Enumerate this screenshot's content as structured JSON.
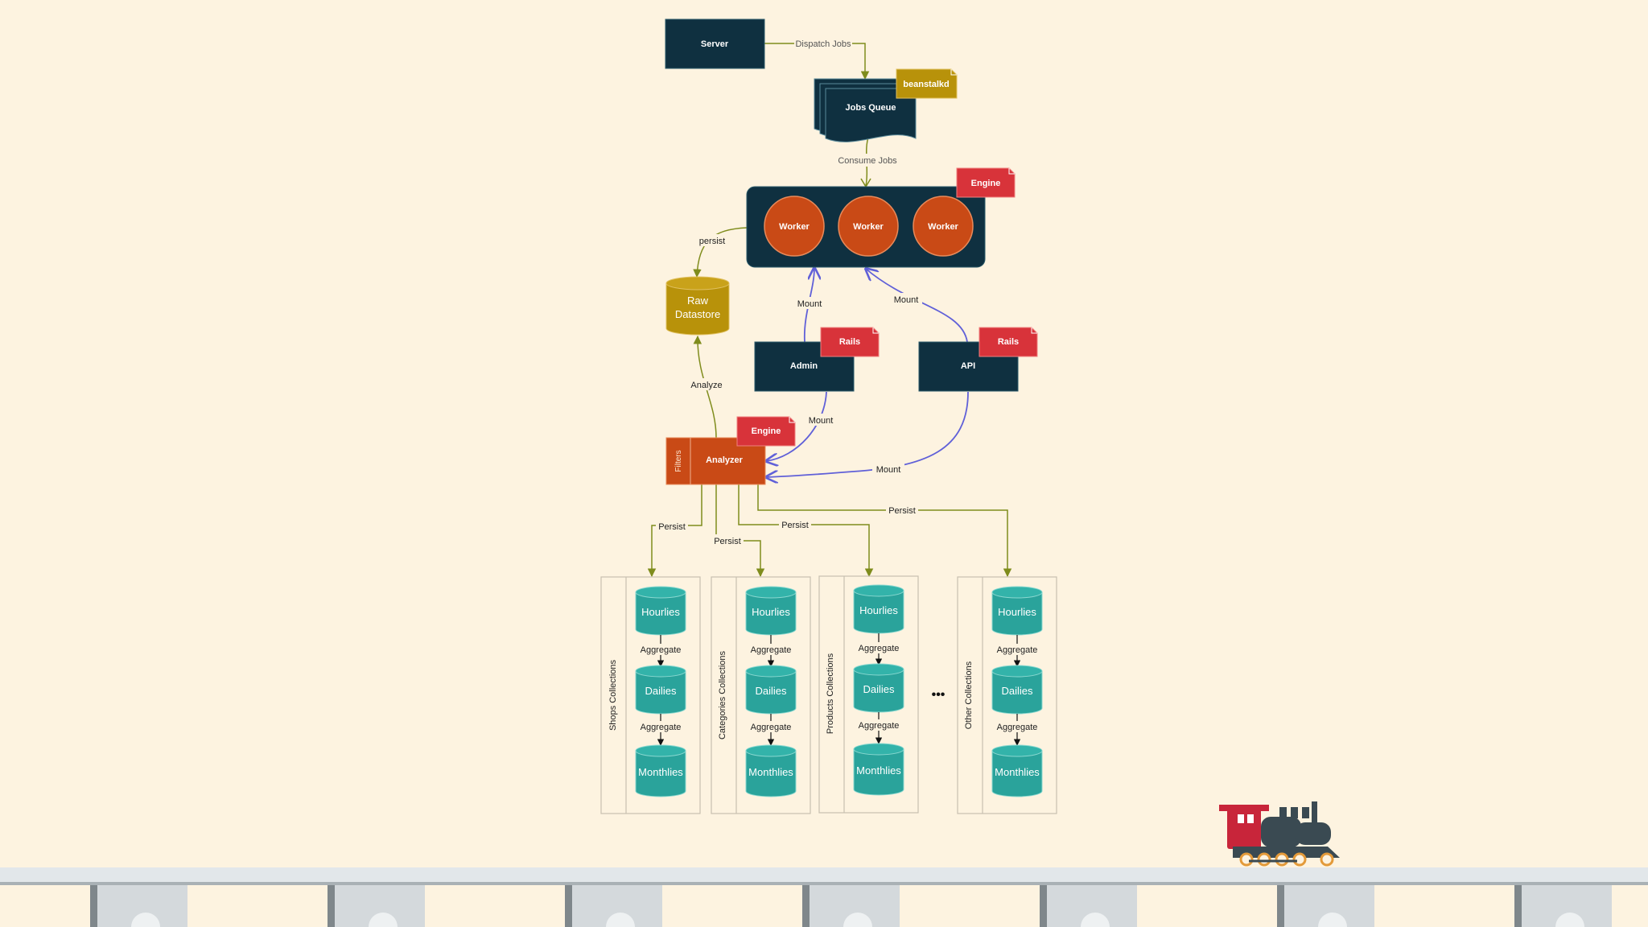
{
  "nodes": {
    "server": "Server",
    "jobs_queue": "Jobs Queue",
    "beanstalkd": "beanstalkd",
    "engine_top": "Engine",
    "worker_1": "Worker",
    "worker_2": "Worker",
    "worker_3": "Worker",
    "raw_datastore_line1": "Raw",
    "raw_datastore_line2": "Datastore",
    "admin": "Admin",
    "admin_tag": "Rails",
    "api": "API",
    "api_tag": "Rails",
    "analyzer": "Analyzer",
    "analyzer_side": "Filters",
    "engine_bottom": "Engine",
    "ellipsis": "•••"
  },
  "edges": {
    "dispatch_jobs": "Dispatch Jobs",
    "consume_jobs": "Consume Jobs",
    "persist_raw": "persist",
    "analyze": "Analyze",
    "mount_admin_worker": "Mount",
    "mount_api_worker": "Mount",
    "mount_admin_analyzer": "Mount",
    "mount_api_analyzer": "Mount",
    "persist_shops": "Persist",
    "persist_categories": "Persist",
    "persist_products": "Persist",
    "persist_other": "Persist"
  },
  "collections": [
    {
      "title": "Shops Collections",
      "hourlies": "Hourlies",
      "dailies": "Dailies",
      "monthlies": "Monthlies",
      "aggregate_1": "Aggregate",
      "aggregate_2": "Aggregate"
    },
    {
      "title": "Categories Collections",
      "hourlies": "Hourlies",
      "dailies": "Dailies",
      "monthlies": "Monthlies",
      "aggregate_1": "Aggregate",
      "aggregate_2": "Aggregate"
    },
    {
      "title": "Products Collections",
      "hourlies": "Hourlies",
      "dailies": "Dailies",
      "monthlies": "Monthlies",
      "aggregate_1": "Aggregate",
      "aggregate_2": "Aggregate"
    },
    {
      "title": "Other Collections",
      "hourlies": "Hourlies",
      "dailies": "Dailies",
      "monthlies": "Monthlies",
      "aggregate_1": "Aggregate",
      "aggregate_2": "Aggregate"
    }
  ],
  "decor": {
    "train_icon": "locomotive-icon",
    "track": "rail-track"
  },
  "colors": {
    "background": "#fdf3e0",
    "navy": "#0f3040",
    "gold": "#b8920a",
    "red_tag": "#d8333a",
    "orange": "#c94a16",
    "teal": "#2aa39b",
    "olive_edge": "#7f8c1c",
    "mount_edge": "#6060d8"
  }
}
